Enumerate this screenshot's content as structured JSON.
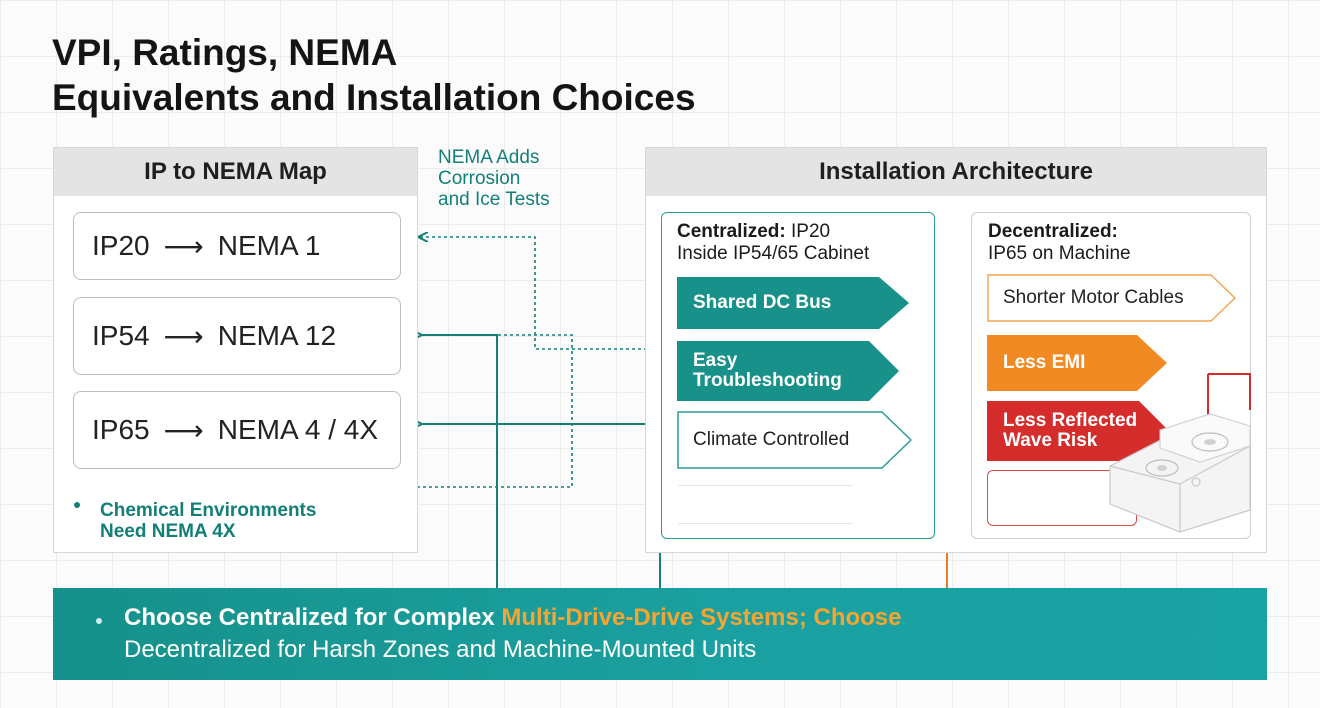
{
  "title": {
    "line1": "VPI, Ratings, NEMA",
    "line2": "Equivalents and Installation Choices"
  },
  "left_panel": {
    "heading": "IP to NEMA Map",
    "mappings": [
      {
        "ip": "IP20",
        "arrow": "⟶",
        "nema": "NEMA 1"
      },
      {
        "ip": "IP54",
        "arrow": "⟶",
        "nema": "NEMA 12"
      },
      {
        "ip": "IP65",
        "arrow": "⟶",
        "nema": "NEMA 4 / 4X"
      }
    ],
    "note_line1": "Chemical Environments",
    "note_line2": "Need NEMA 4X"
  },
  "side_note": {
    "line1": "NEMA Adds",
    "line2": "Corrosion",
    "line3": "and Ice Tests"
  },
  "right_panel": {
    "heading": "Installation Architecture",
    "centralized": {
      "title_bold": "Centralized:",
      "title_rest": " IP20",
      "subtitle": "Inside IP54/65 Cabinet",
      "items": [
        {
          "line1": "Shared DC Bus",
          "line2": ""
        },
        {
          "line1": "Easy",
          "line2": "Troubleshooting"
        },
        {
          "line1": "Climate Controlled",
          "line2": ""
        }
      ]
    },
    "decentralized": {
      "title_bold": "Decentralized:",
      "subtitle": "IP65 on Machine",
      "items": [
        {
          "line1": "Shorter Motor Cables",
          "line2": ""
        },
        {
          "line1": "Less EMI",
          "line2": ""
        },
        {
          "line1": "Less Reflected",
          "line2": "Wave Risk"
        }
      ]
    }
  },
  "banner": {
    "line1_a": "Choose Centralized for Complex ",
    "line1_b": "Multi-Drive-Drive Systems; Choose",
    "line2": "Decentralized for Harsh Zones and Machine-Mounted Units"
  },
  "colors": {
    "teal": "#18918b",
    "orange": "#f28a24",
    "red": "#d42d2c",
    "banner_highlight": "#f7a531"
  }
}
